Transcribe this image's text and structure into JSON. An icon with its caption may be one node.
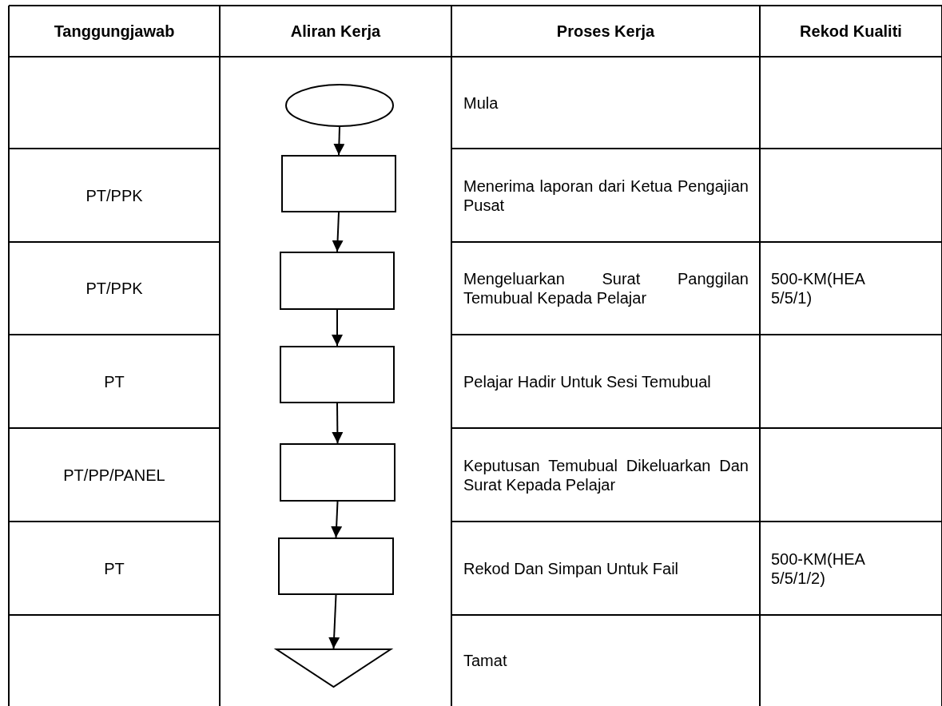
{
  "diagram": {
    "nodes": [
      {
        "text": [],
        "shape": "ellipse"
      },
      {
        "text": [],
        "shape": "box"
      },
      {
        "text": [],
        "shape": "box"
      },
      {
        "text": [],
        "shape": "box"
      },
      {
        "text": [],
        "shape": "box"
      },
      {
        "text": [],
        "shape": "box"
      },
      {
        "text": [],
        "shape": "triangle"
      }
    ],
    "edges": [
      {
        "from": 0,
        "to": 1,
        "arrow": "to"
      },
      {
        "from": 1,
        "to": 2,
        "arrow": "to"
      },
      {
        "from": 2,
        "to": 3,
        "arrow": "to"
      },
      {
        "from": 3,
        "to": 4,
        "arrow": "to"
      },
      {
        "from": 4,
        "to": 5,
        "arrow": "to"
      },
      {
        "from": 5,
        "to": 6,
        "arrow": "to"
      }
    ],
    "labels": [
      "Tanggungjawab",
      "Aliran Kerja",
      "Proses Kerja",
      "Rekod Kualiti",
      "Mula",
      "PT/PPK",
      "Menerima laporan dari Ketua Pengajian Pusat",
      "PT/PPK",
      "Mengeluarkan Surat Panggilan Temubual Kepada Pelajar",
      "500-KM(HEA 5/5/1)",
      "PT",
      "Pelajar Hadir Untuk Sesi Temubual",
      "PT/PP/PANEL",
      "Keputusan Temubual Dikeluarkan Dan Surat Kepada Pelajar",
      "PT",
      "Rekod Dan Simpan Untuk Fail",
      "500-KM(HEA 5/5/1/2)",
      "Tamat"
    ]
  }
}
